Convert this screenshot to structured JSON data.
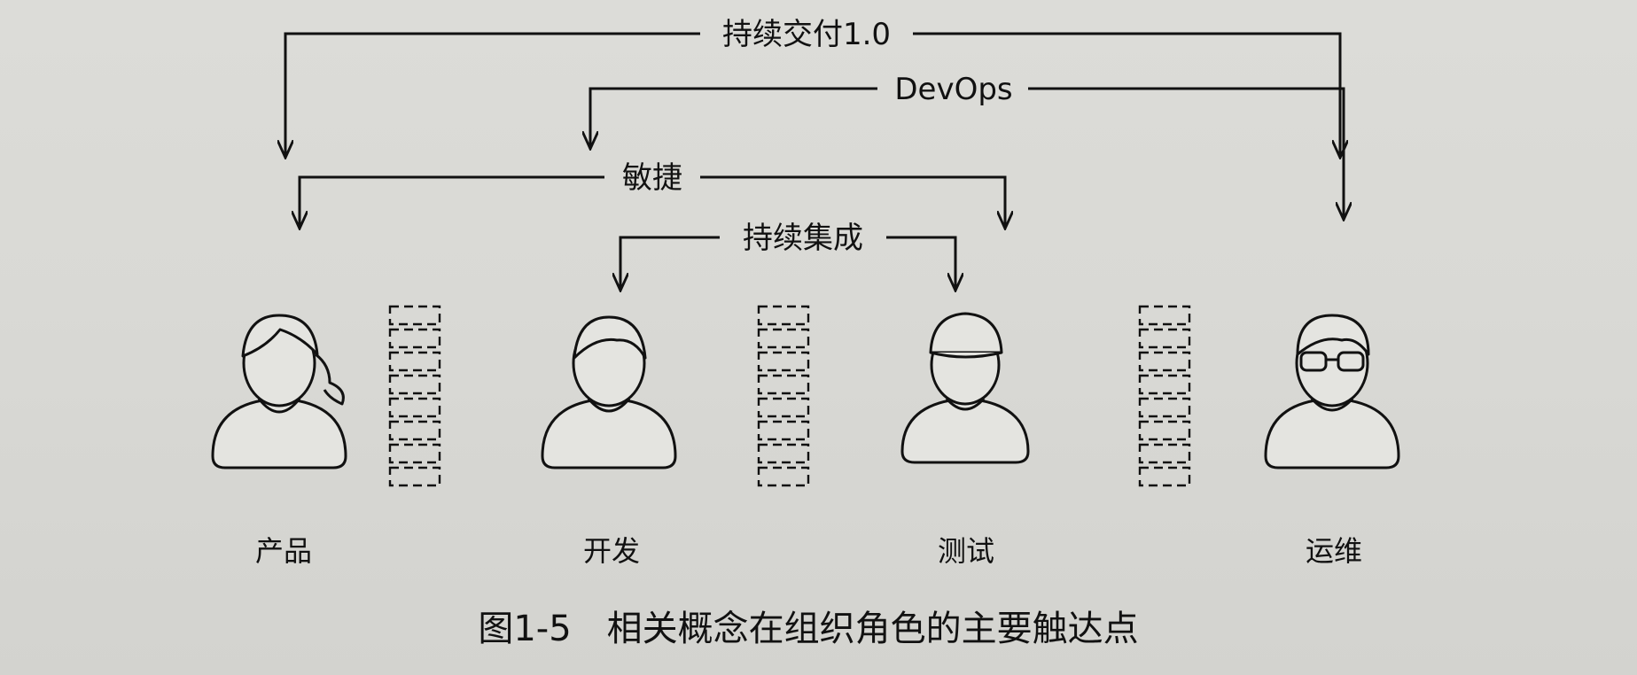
{
  "labels": {
    "cd": "持续交付1.0",
    "devops": "DevOps",
    "agile": "敏捷",
    "ci": "持续集成"
  },
  "roles": [
    "产品",
    "开发",
    "测试",
    "运维"
  ],
  "caption": "图1-5　相关概念在组织角色的主要触达点",
  "colors": {
    "ink": "#111111",
    "paper": "#dbdbd7"
  }
}
